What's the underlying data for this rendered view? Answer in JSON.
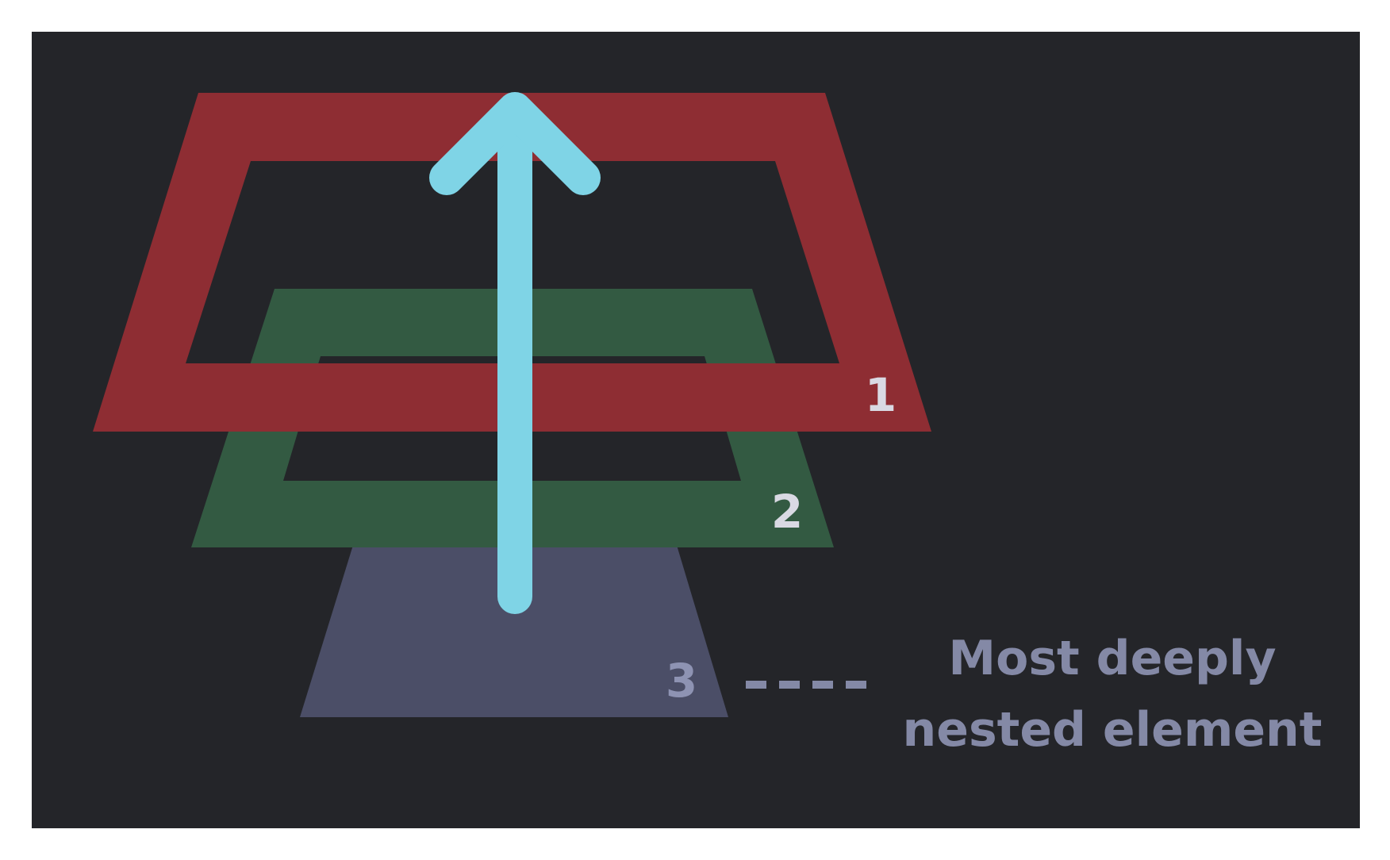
{
  "layers": [
    {
      "label": "1",
      "color": "#8e2d33",
      "label_color": "#d9d9e3"
    },
    {
      "label": "2",
      "color": "#335a42",
      "label_color": "#d9d9e3"
    },
    {
      "label": "3",
      "color": "#4b4e67",
      "label_color": "#8e93b3"
    }
  ],
  "caption": {
    "line1": "Most deeply",
    "line2": "nested element",
    "color": "#8489a6"
  },
  "colors": {
    "background": "#242529",
    "arrow": "#7fd4e6",
    "dash": "#8489a6"
  },
  "icons": {
    "arrow": "arrow-up-icon"
  }
}
